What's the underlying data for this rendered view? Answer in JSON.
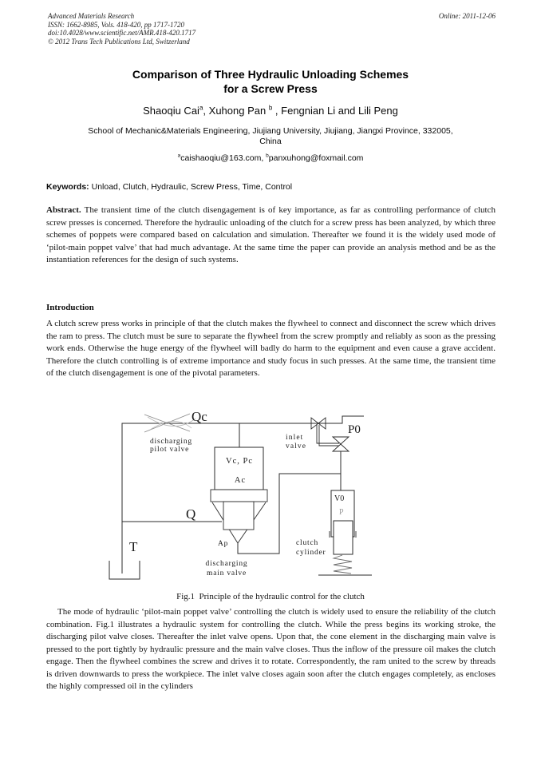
{
  "header": {
    "journal": "Advanced Materials Research",
    "issn_line": "ISSN: 1662-8985, Vols. 418-420, pp 1717-1720",
    "doi_line": "doi:10.4028/www.scientific.net/AMR.418-420.1717",
    "copyright_line": "© 2012 Trans Tech Publications Ltd, Switzerland",
    "online_date": "Online: 2011-12-06"
  },
  "title": {
    "line1": "Comparison of Three Hydraulic Unloading Schemes",
    "line2": "for a Screw Press"
  },
  "authors": {
    "a1": "Shaoqiu Cai",
    "a1_sup": "a",
    "a2": ", Xuhong Pan ",
    "a2_sup": "b",
    "rest": " , Fengnian Li and Lili Peng"
  },
  "affiliation": {
    "line1": "School of Mechanic&Materials Engineering, Jiujiang University, Jiujiang, Jiangxi Province, 332005,",
    "line2": "China"
  },
  "emails": {
    "sup_a": "a",
    "addr_a": "caishaoqiu@163.com, ",
    "sup_b": "b",
    "addr_b": "panxuhong@foxmail.com"
  },
  "keywords": {
    "label": "Keywords:",
    "text": " Unload, Clutch, Hydraulic, Screw Press, Time, Control"
  },
  "abstract": {
    "label": "Abstract.",
    "text": " The transient time of the clutch disengagement is of key importance, as far as controlling performance of clutch screw presses is concerned. Therefore the hydraulic unloading of the clutch for a screw press has been analyzed, by which three schemes of poppets were compared based on calculation and simulation. Thereafter we found it is the widely used mode of ‘pilot-main poppet valve’ that had much advantage. At the same time the paper can provide an analysis method and be as the instantiation references for the design of such systems."
  },
  "introduction": {
    "heading": "Introduction",
    "text": "A clutch screw press works in principle of that the clutch makes the flywheel to connect and disconnect the screw which drives the ram to press. The clutch must be sure to separate the flywheel from the screw promptly and reliably as soon as the pressing work ends. Otherwise the huge energy of the flywheel will badly do harm to the equipment and even cause a grave accident. Therefore the clutch controlling is of extreme importance and study focus in such presses. At the same time, the transient time of the clutch disengagement is one of the pivotal parameters."
  },
  "figure": {
    "caption": "Fig.1  Principle of the hydraulic control for the clutch",
    "labels": {
      "qc": "Qc",
      "pilot_valve_1": "discharging",
      "pilot_valve_2": "pilot valve",
      "vc_pc": "Vc, Pc",
      "ac": "Ac",
      "q": "Q",
      "ap": "Ap",
      "main_valve_1": "discharging",
      "main_valve_2": "main valve",
      "inlet_1": "inlet",
      "inlet_2": "valve",
      "p0": "P0",
      "v0": "V0",
      "p": "P",
      "cyl_1": "clutch",
      "cyl_2": "cylinder",
      "t": "T"
    }
  },
  "body_after_figure": {
    "text": "The mode of hydraulic ‘pilot-main poppet valve’ controlling the clutch is widely used to ensure the reliability of the clutch combination. Fig.1 illustrates a hydraulic system for controlling the clutch. While the press begins its working stroke, the discharging pilot valve closes. Thereafter the inlet valve opens. Upon that, the cone element in the discharging main valve is pressed to the port tightly by hydraulic pressure and the main valve closes. Thus the inflow of the pressure oil makes the clutch engage. Then the flywheel combines the screw and drives it to rotate. Correspondently, the ram united to the screw by threads is driven downwards to press the workpiece. The inlet valve closes again soon after the clutch engages completely, as encloses the highly compressed oil in the cylinders"
  }
}
